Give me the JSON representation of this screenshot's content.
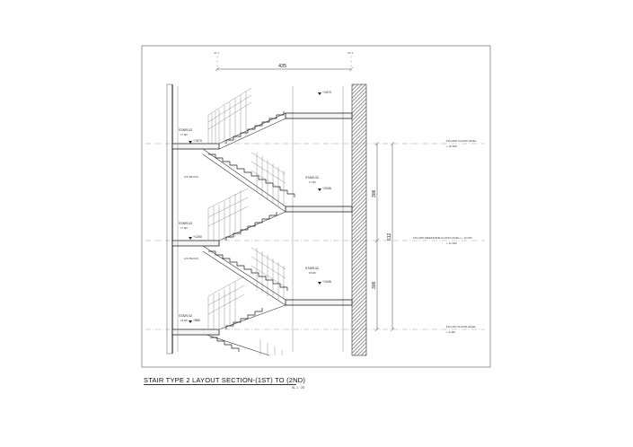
{
  "drawing": {
    "title": "STAIR TYPE 2 LAYOUT SECTION-(1ST) TO (2ND)",
    "scale": "SL 1 : 25",
    "grid_labels": [
      "ST 1",
      "ST 2"
    ],
    "dims": {
      "top": "435",
      "total": "612",
      "upper": "306",
      "lower": "306"
    },
    "levels": [
      {
        "label": "FFL(2ND FLOOR LEVEL",
        "value": "+ 15.400"
      },
      {
        "label": "FFL(1ND MEZZANINE FLOOR LEVEL) + 12.330",
        "value": "+ 12.330"
      },
      {
        "label": "FFL(1ST FLOOR LEVEL",
        "value": "+ 9.440"
      }
    ],
    "spot_levels": [
      "+1570",
      "+1570",
      "+2345",
      "+1200",
      "+1045",
      "+880"
    ],
    "stair_tags": [
      {
        "name": "STAIR-02",
        "note": "17 RF"
      },
      {
        "name": "STAIR-02",
        "note": "17 RF"
      },
      {
        "name": "STAIR-02",
        "note": "17 RF"
      },
      {
        "name": "STAIR-02",
        "note": "16 RF"
      },
      {
        "name": "STAIR-02",
        "note": "16 RF"
      }
    ],
    "wall_notes": [
      "A/C BLOCK",
      "A/C BLOCK"
    ],
    "colors": {
      "line": "#444444",
      "heavy": "#222222",
      "hatch": "#7a7a7a"
    }
  }
}
